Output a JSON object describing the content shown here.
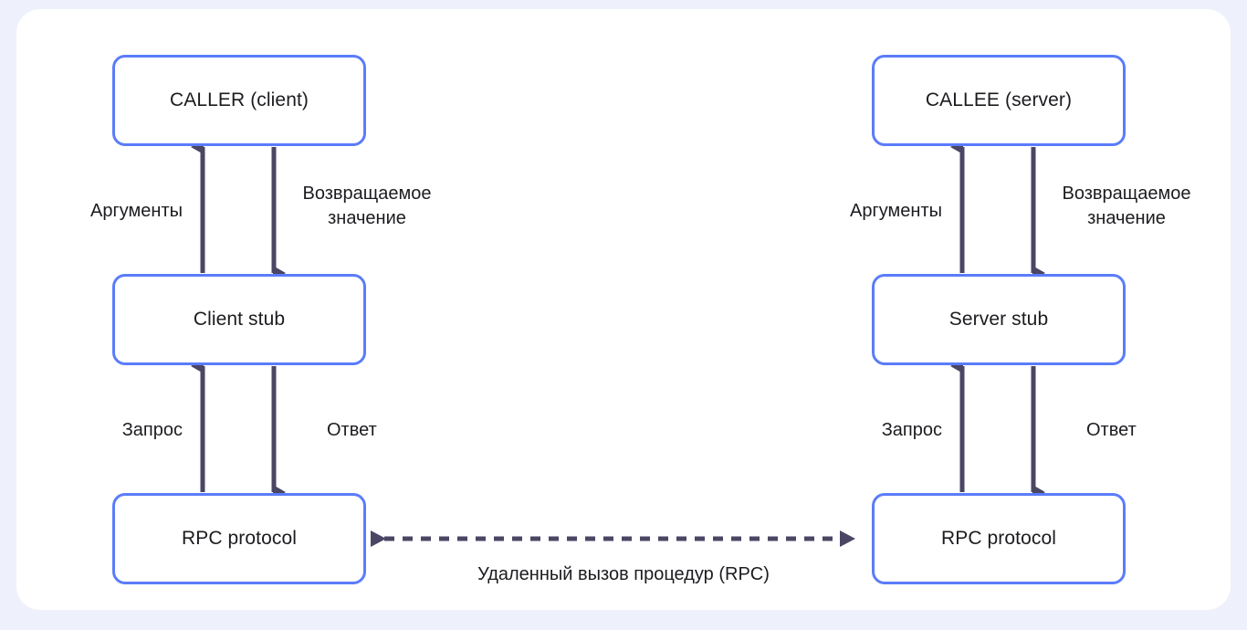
{
  "diagram": {
    "title": "Удаленный вызов процедур (RPC)",
    "colors": {
      "page_background": "#eef1fb",
      "card_background": "#ffffff",
      "node_border": "#5b7cfa",
      "arrow": "#4a4663",
      "text": "#1c1c20"
    },
    "nodes": [
      {
        "id": "caller",
        "label": "CALLER (client)",
        "side": "left"
      },
      {
        "id": "client_stub",
        "label": "Client stub",
        "side": "left"
      },
      {
        "id": "rpc_left",
        "label": "RPC protocol",
        "side": "left"
      },
      {
        "id": "callee",
        "label": "CALLEE (server)",
        "side": "right"
      },
      {
        "id": "server_stub",
        "label": "Server stub",
        "side": "right"
      },
      {
        "id": "rpc_right",
        "label": "RPC protocol",
        "side": "right"
      }
    ],
    "edge_labels": {
      "left_arguments": "Аргументы",
      "left_return_value": "Возвращаемое\nзначение",
      "left_request": "Запрос",
      "left_response": "Ответ",
      "right_arguments": "Аргументы",
      "right_return_value": "Возвращаемое\nзначение",
      "right_request": "Запрос",
      "right_response": "Ответ"
    },
    "caption": "Удаленный вызов процедур (RPC)"
  }
}
